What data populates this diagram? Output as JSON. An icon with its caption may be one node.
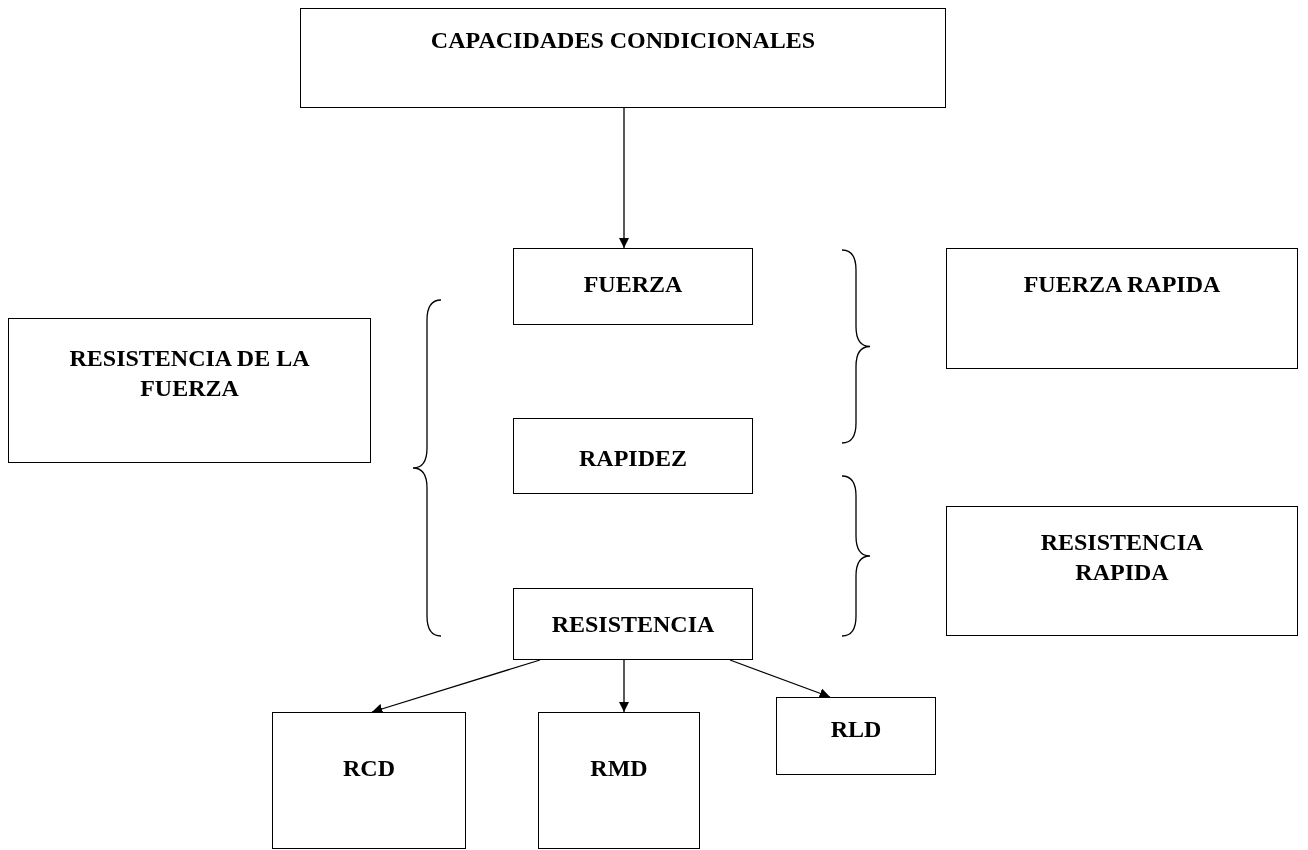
{
  "diagram": {
    "nodes": [
      {
        "text": [
          "CAPACIDADES CONDICIONALES"
        ]
      },
      {
        "text": [
          "FUERZA"
        ]
      },
      {
        "text": [
          "RAPIDEZ"
        ]
      },
      {
        "text": [
          "RESISTENCIA"
        ]
      },
      {
        "text": [
          "RESISTENCIA DE LA FUERZA"
        ]
      },
      {
        "text": [
          "FUERZA RAPIDA"
        ]
      },
      {
        "text": [
          "RESISTENCIA RAPIDA"
        ]
      },
      {
        "text": [
          "RCD"
        ]
      },
      {
        "text": [
          "RMD"
        ]
      },
      {
        "text": [
          "RLD"
        ]
      }
    ],
    "edges": [
      {
        "from": 0,
        "to": 1,
        "arrow": "to"
      },
      {
        "from": 3,
        "to": 7,
        "arrow": "to"
      },
      {
        "from": 3,
        "to": 8,
        "arrow": "to"
      },
      {
        "from": 3,
        "to": 9,
        "arrow": "to"
      }
    ]
  }
}
